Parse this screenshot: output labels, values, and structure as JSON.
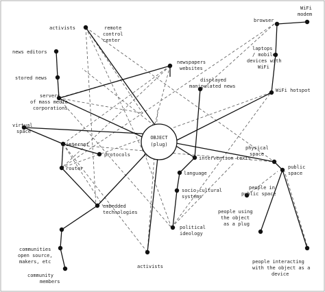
{
  "diagram": {
    "center": {
      "line1": "OBJECT",
      "line2": "(plug)"
    },
    "labels": {
      "activists_top": "activists",
      "remote_control_1": "remote",
      "remote_control_2": "control",
      "remote_control_3": "center",
      "news_editors": "news editors",
      "stored_news": "stored news",
      "newspapers_websites_1": "newspapers",
      "newspapers_websites_2": "websites",
      "displayed_news_1": "displayed",
      "displayed_news_2": "manipulated news",
      "servers_1": "servers",
      "servers_2": "of mass media",
      "servers_3": "corporations",
      "browser": "browser",
      "wifi_1": "WiFi",
      "wifi_2": "modem",
      "laptops_1": "laptops",
      "laptops_2": "/ mobile",
      "laptops_3": "devices with",
      "laptops_4": "WiFi",
      "wifi_hotspot": "WiFi hotspot",
      "virtual_space_1": "virtual",
      "virtual_space_2": "space",
      "internet": "internet",
      "protocols": "protocols",
      "router": "router",
      "intervention_texts": "intervention texts",
      "language": "language",
      "physical_space_1": "physical",
      "physical_space_2": "space",
      "public_space_1": "public",
      "public_space_2": "space",
      "socio_cultural_1": "socio-cultural",
      "socio_cultural_2": "systems",
      "people_public_1": "people in",
      "people_public_2": "public space",
      "embedded_1": "embedded",
      "embedded_2": "technologies",
      "people_using_1": "people using",
      "people_using_2": "the object",
      "people_using_3": "as a plug",
      "political_1": "political",
      "political_2": "ideology",
      "communities_1": "communities",
      "communities_2": "open source,",
      "communities_3": "makers, etc",
      "community_members_1": "community",
      "community_members_2": "members",
      "activists_bottom": "activists",
      "people_interacting_1": "people interacting",
      "people_interacting_2": "with the object as a",
      "people_interacting_3": "device"
    }
  }
}
